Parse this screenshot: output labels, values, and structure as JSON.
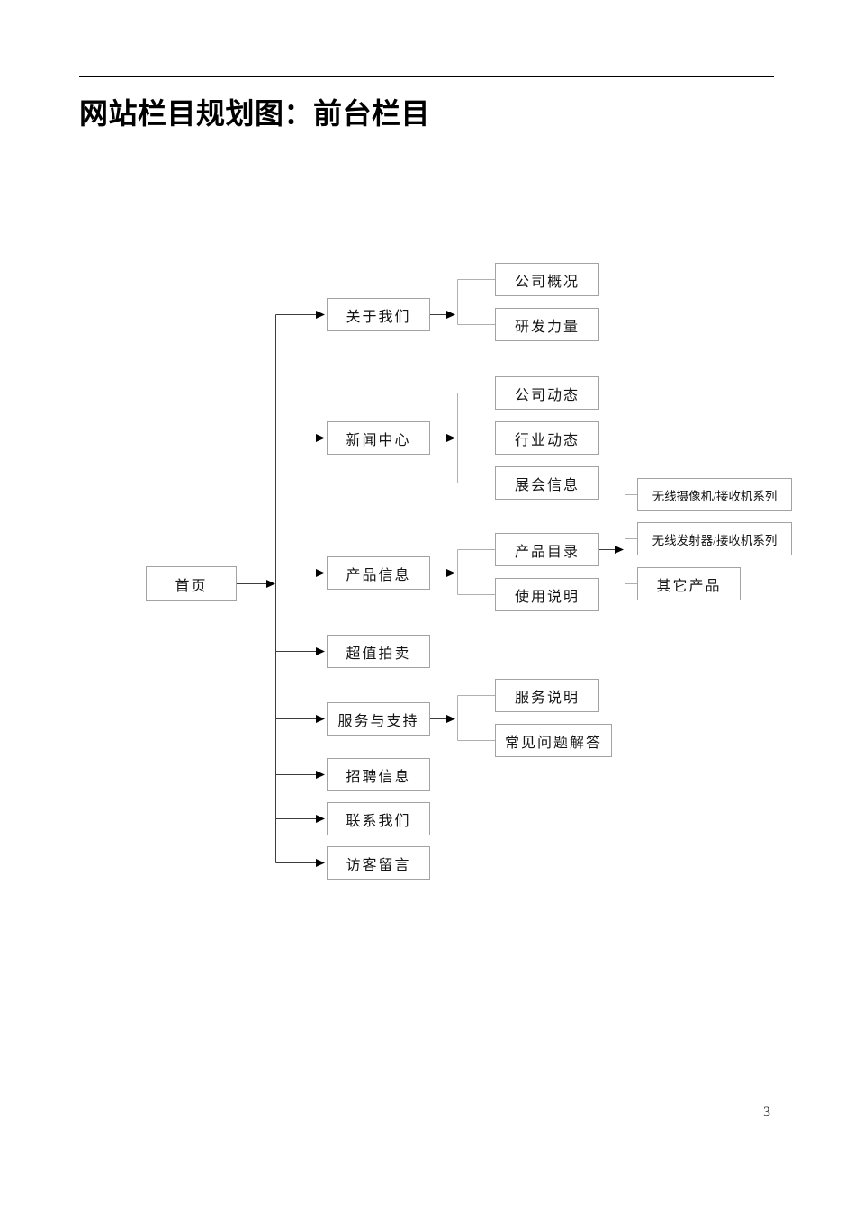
{
  "document": {
    "title": "网站栏目规划图：前台栏目",
    "page_number": "3"
  },
  "diagram": {
    "nodes": {
      "home": "首页",
      "about": "关于我们",
      "news": "新闻中心",
      "products": "产品信息",
      "auction": "超值拍卖",
      "service": "服务与支持",
      "jobs": "招聘信息",
      "contact": "联系我们",
      "guestbook": "访客留言",
      "company_profile": "公司概况",
      "rd_strength": "研发力量",
      "company_news": "公司动态",
      "industry_news": "行业动态",
      "exhibition_info": "展会信息",
      "product_catalog": "产品目录",
      "usage_instructions": "使用说明",
      "service_description": "服务说明",
      "faq": "常见问题解答",
      "wireless_camera_series": "无线摄像机/接收机系列",
      "wireless_transmitter_series": "无线发射器/接收机系列",
      "other_products": "其它产品"
    },
    "hierarchy": {
      "首页": {
        "关于我们": [
          "公司概况",
          "研发力量"
        ],
        "新闻中心": [
          "公司动态",
          "行业动态",
          "展会信息"
        ],
        "产品信息": {
          "产品目录": [
            "无线摄像机/接收机系列",
            "无线发射器/接收机系列",
            "其它产品"
          ],
          "使用说明": []
        },
        "超值拍卖": [],
        "服务与支持": [
          "服务说明",
          "常见问题解答"
        ],
        "招聘信息": [],
        "联系我们": [],
        "访客留言": []
      }
    },
    "colors": {
      "box_border": "#a3a3a3",
      "connector_dark": "#3d3d3d",
      "bracket_light": "#b0b0b0",
      "arrowhead": "#000000"
    }
  }
}
